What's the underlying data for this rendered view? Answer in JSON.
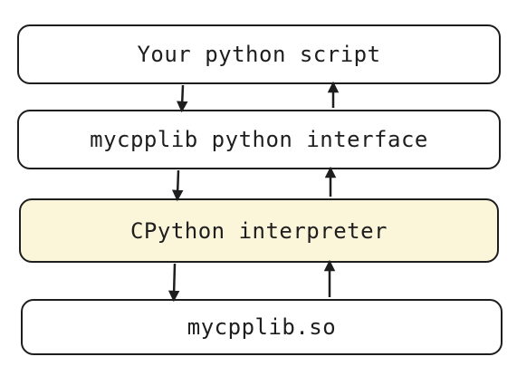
{
  "layers": [
    {
      "label": "Your python script",
      "highlighted": false
    },
    {
      "label": "mycpplib python interface",
      "highlighted": false
    },
    {
      "label": "CPython interpreter",
      "highlighted": true
    },
    {
      "label": "mycpplib.so",
      "highlighted": false
    }
  ],
  "colors": {
    "stroke": "#1e1e1e",
    "highlight_fill": "#fbf5da",
    "default_fill": "#ffffff"
  }
}
